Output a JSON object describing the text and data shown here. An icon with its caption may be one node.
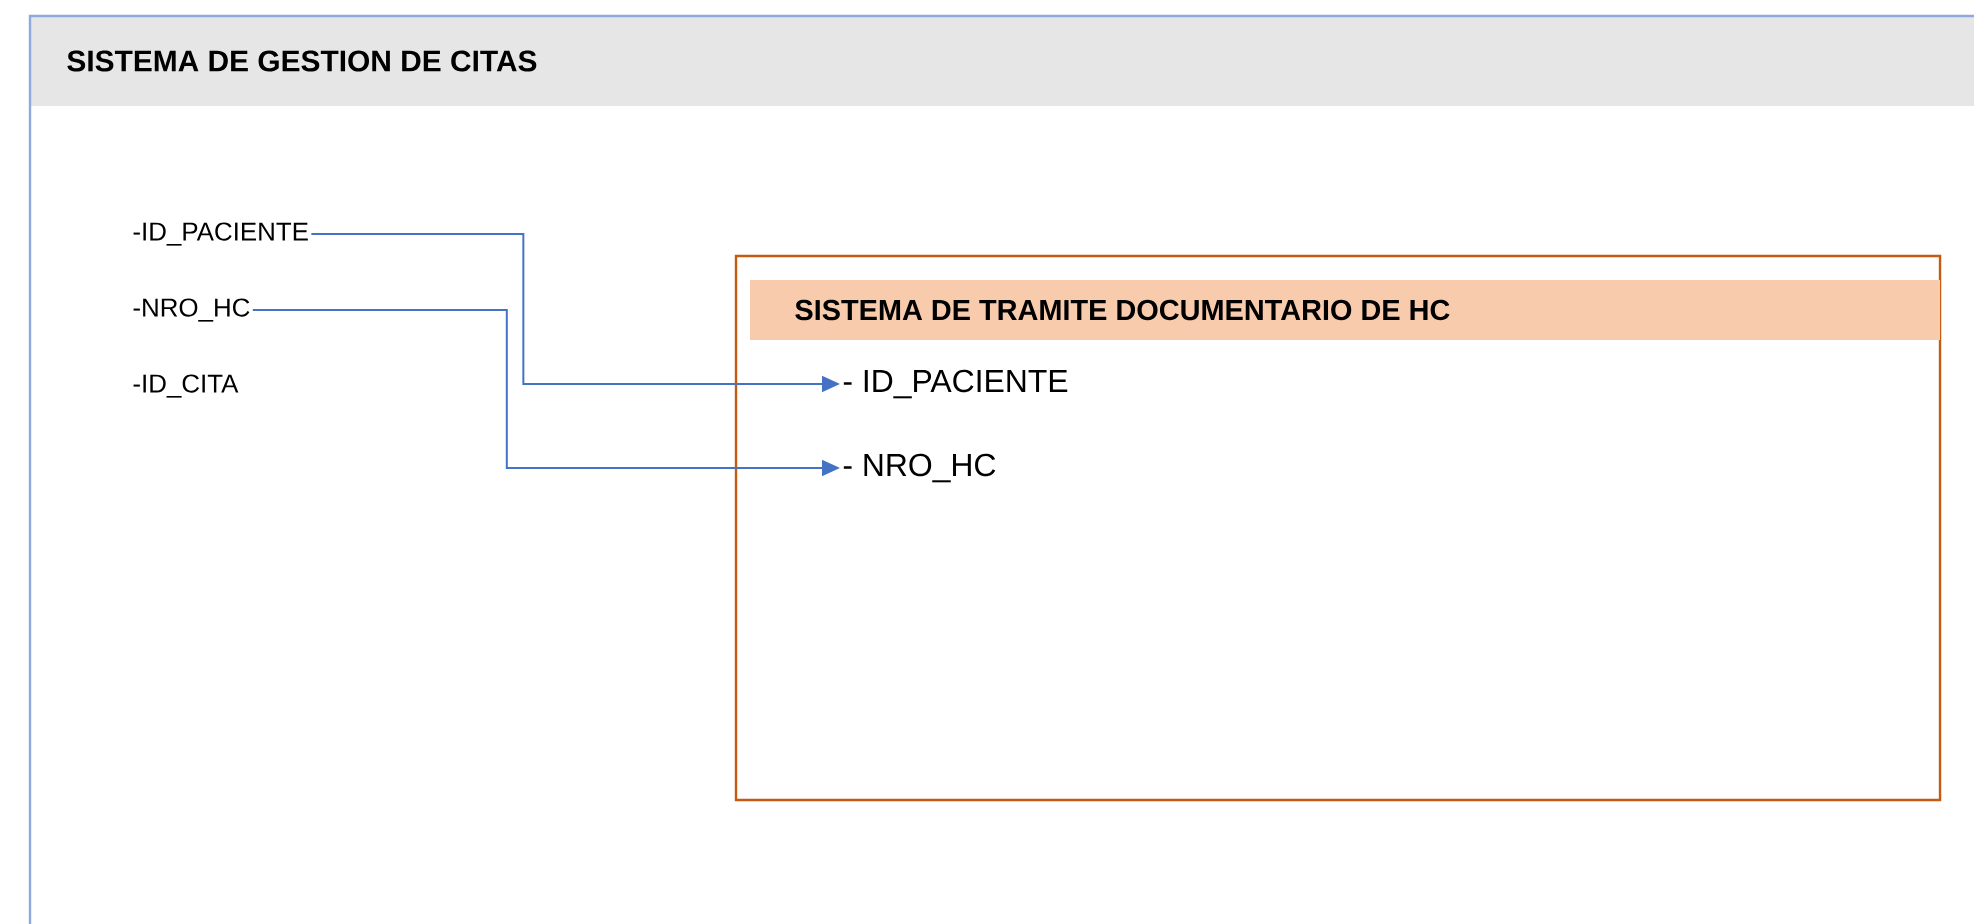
{
  "diagram": {
    "nodes": [
      {
        "text": [
          "SISTEMA DE GESTION DE CITAS"
        ]
      },
      {
        "text": [
          "-ID_PACIENTE"
        ],
        "in": 0
      },
      {
        "text": [
          "-NRO_HC"
        ],
        "in": 0
      },
      {
        "text": [
          "-ID_CITA"
        ],
        "in": 0
      },
      {
        "text": [
          "SISTEMA DE TRAMITE DOCUMENTARIO DE HC"
        ],
        "in": 0
      },
      {
        "text": [
          "- ID_PACIENTE"
        ],
        "in": 4
      },
      {
        "text": [
          "- NRO_HC"
        ],
        "in": 4
      }
    ],
    "edges": [
      {
        "from": 1,
        "to": 5,
        "arrow": "to"
      },
      {
        "from": 2,
        "to": 6,
        "arrow": "to"
      }
    ]
  }
}
